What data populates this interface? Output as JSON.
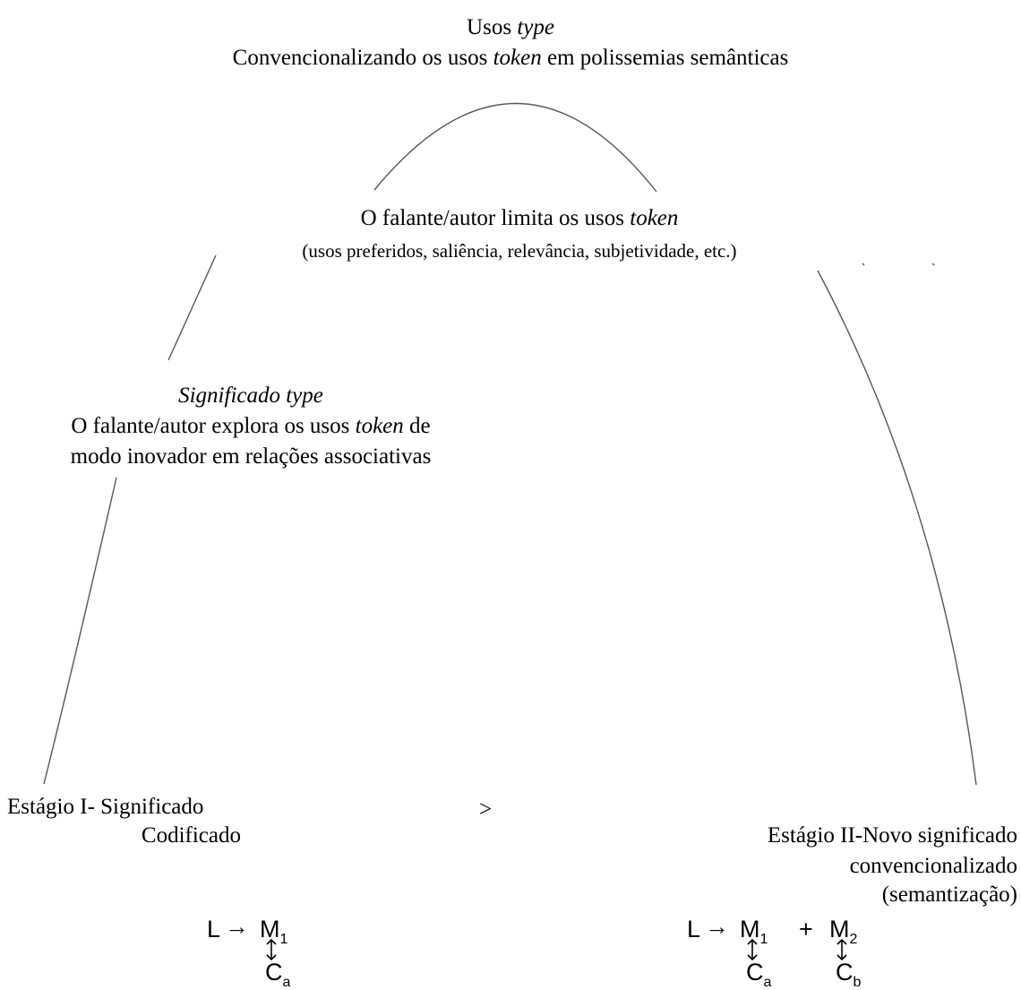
{
  "top": {
    "line1_word": "Usos",
    "line1_italic": "type",
    "line2_a": "Convencionalizando os usos",
    "line2_italic": "token",
    "line2_b": "em polissemias semânticas"
  },
  "middle": {
    "line1_a": "O falante/autor limita os usos",
    "line1_italic": "token",
    "line2": "(usos preferidos, saliência, relevância, subjetividade, etc.)"
  },
  "left": {
    "heading_italic": "Significado type",
    "line1_a": "O falante/autor explora os usos",
    "line1_italic": "token",
    "line1_b": "de",
    "line2": "modo inovador em relações associativas"
  },
  "stage1": {
    "line1": "Estágio I- Significado",
    "line2": "Codificado"
  },
  "separator": ">",
  "stage2": {
    "line1": "Estágio II-Novo significado",
    "line2": "convencionalizado",
    "line3": "(semantização)"
  },
  "formula1": {
    "lhs": "L",
    "arrow": "→",
    "m": "M",
    "m_sub": "1",
    "c": "C",
    "c_sub": "a"
  },
  "formula2": {
    "lhs": "L",
    "arrow": "→",
    "m1": "M",
    "m1_sub": "1",
    "plus": "+",
    "m2": "M",
    "m2_sub": "2",
    "c1": "C",
    "c1_sub": "a",
    "c2": "C",
    "c2_sub": "b"
  },
  "colors": {
    "line": "#555555",
    "text": "#000000"
  }
}
